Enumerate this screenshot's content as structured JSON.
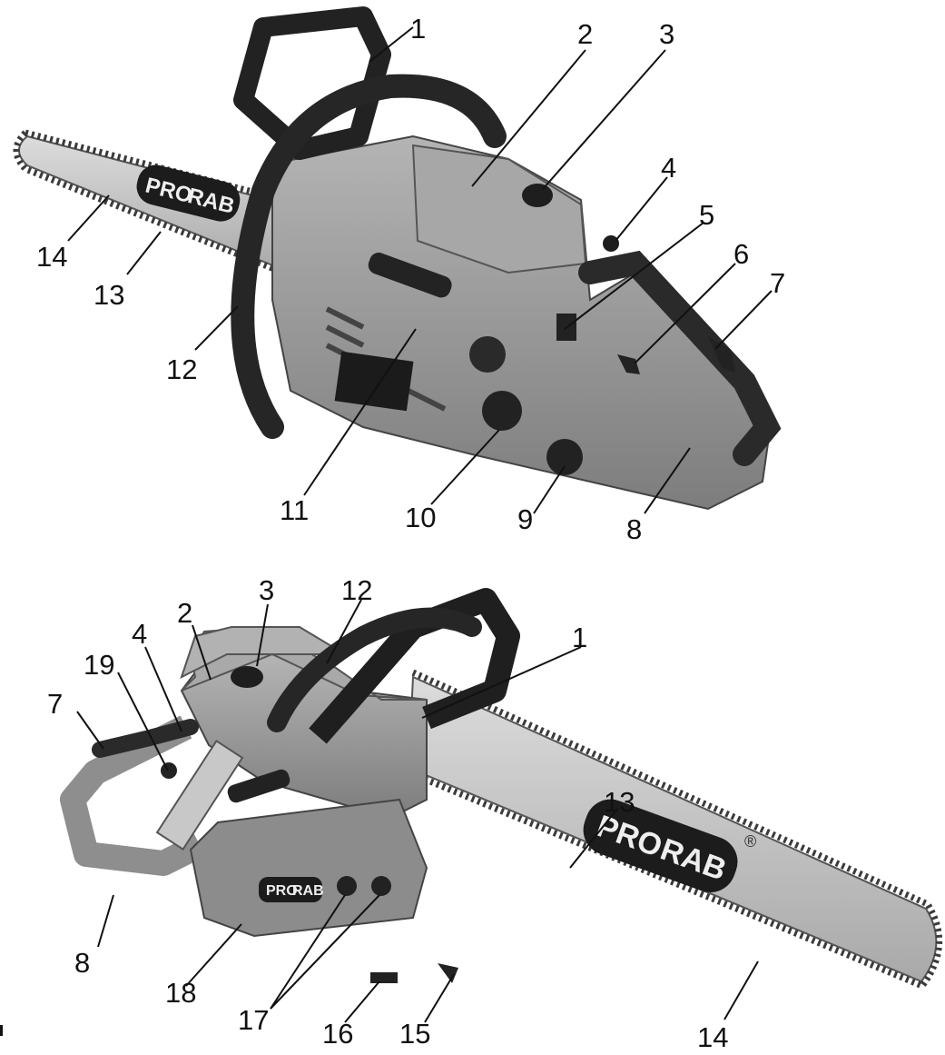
{
  "brand": {
    "logo_left": "PRO",
    "logo_right": "RAB",
    "registered": "®"
  },
  "colors": {
    "body": "#9a9a9a",
    "body_dark": "#6e6e6e",
    "rubber": "#2a2a2a",
    "bar": "#c9c9c9",
    "label": "#111111"
  },
  "top_view": {
    "callouts": [
      "1",
      "2",
      "3",
      "4",
      "5",
      "6",
      "7",
      "8",
      "9",
      "10",
      "11",
      "12",
      "13",
      "14"
    ]
  },
  "bottom_view": {
    "callouts": [
      "1",
      "2",
      "3",
      "4",
      "7",
      "8",
      "12",
      "13",
      "14",
      "15",
      "16",
      "17",
      "18",
      "19"
    ]
  }
}
